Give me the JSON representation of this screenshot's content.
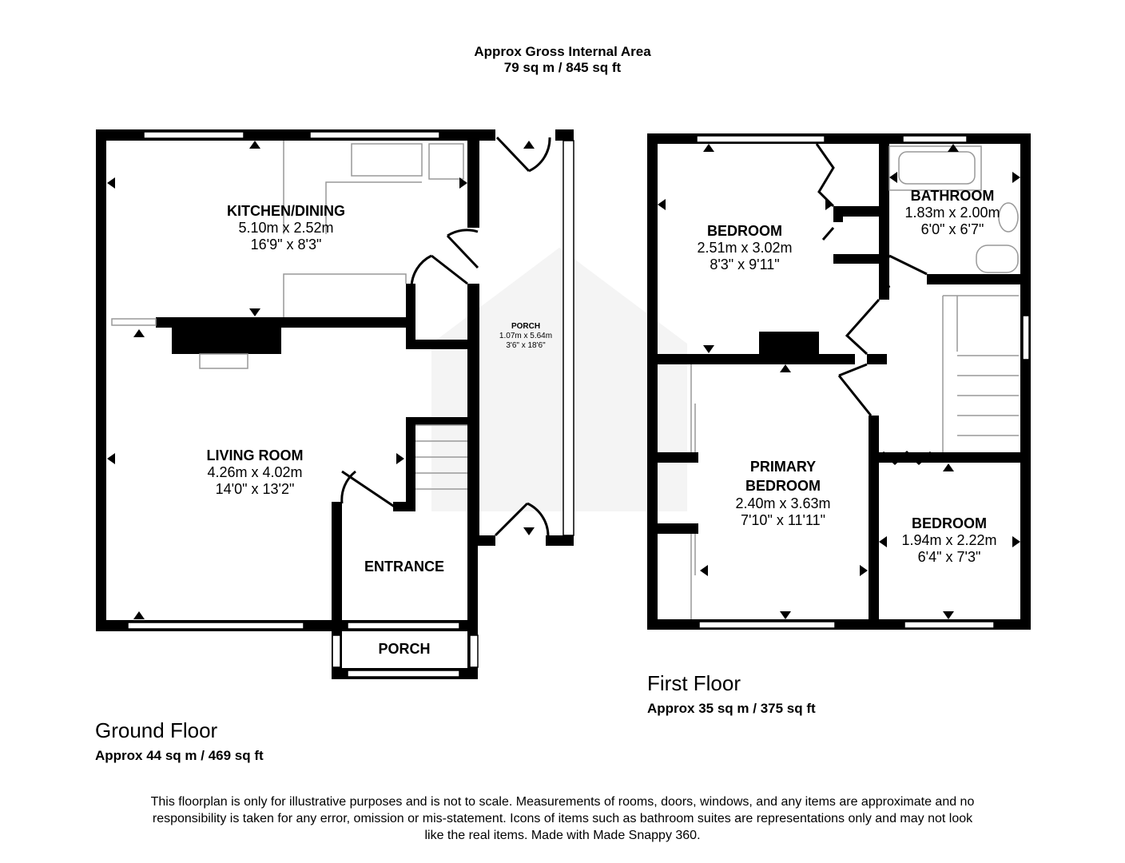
{
  "header": {
    "title": "Approx Gross Internal Area",
    "area": "79 sq m / 845 sq ft"
  },
  "ground_floor": {
    "title": "Ground Floor",
    "area": "Approx 44 sq m / 469 sq ft",
    "rooms": [
      {
        "name": "KITCHEN/DINING",
        "metric": "5.10m x 2.52m",
        "imperial": "16'9\" x 8'3\""
      },
      {
        "name": "LIVING ROOM",
        "metric": "4.26m x 4.02m",
        "imperial": "14'0\" x 13'2\""
      },
      {
        "name": "ENTRANCE"
      },
      {
        "name": "PORCH"
      },
      {
        "name": "PORCH",
        "metric": "1.07m x 5.64m",
        "imperial": "3'6\" x 18'6\""
      }
    ]
  },
  "first_floor": {
    "title": "First Floor",
    "area": "Approx 35 sq m / 375 sq ft",
    "rooms": [
      {
        "name": "BEDROOM",
        "metric": "2.51m x 3.02m",
        "imperial": "8'3\" x 9'11\""
      },
      {
        "name": "BATHROOM",
        "metric": "1.83m x 2.00m",
        "imperial": "6'0\" x 6'7\""
      },
      {
        "name": "PRIMARY BEDROOM",
        "metric": "2.40m x 3.63m",
        "imperial": "7'10\" x 11'11\""
      },
      {
        "name": "BEDROOM",
        "metric": "1.94m x 2.22m",
        "imperial": "6'4\" x 7'3\""
      }
    ]
  },
  "disclaimer": "This floorplan is only for illustrative purposes and is not to scale. Measurements of rooms, doors, windows, and any items are approximate and no responsibility is taken for any error, omission or mis-statement. Icons of items such as bathroom suites are representations only and may not look like the real items. Made with Made Snappy 360.",
  "colors": {
    "wall": "#000000",
    "fixture": "#999999",
    "watermark": "#f2f2f2"
  }
}
